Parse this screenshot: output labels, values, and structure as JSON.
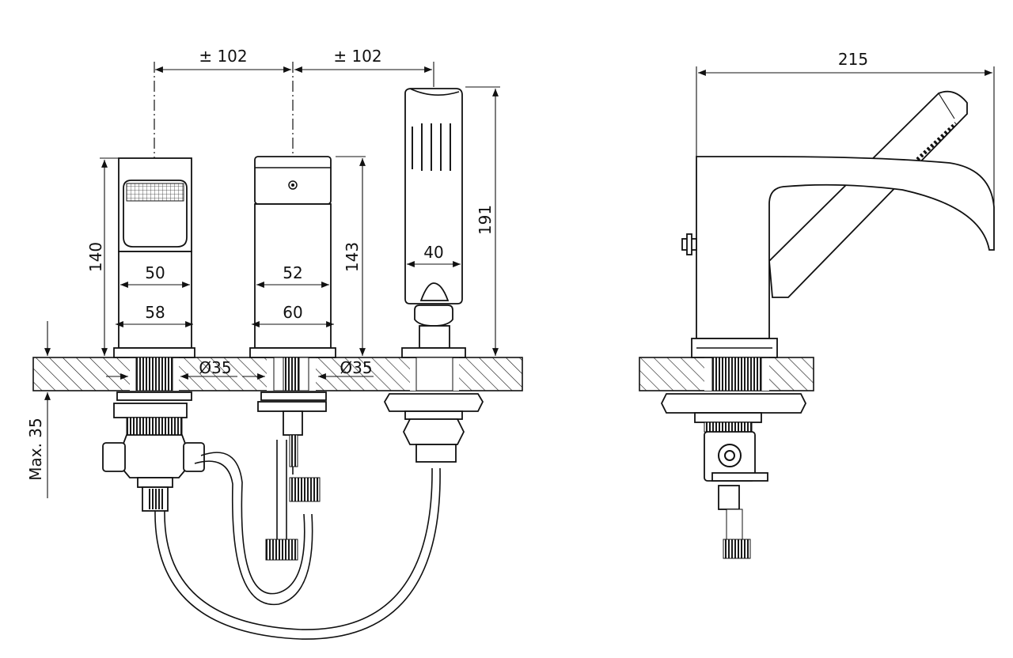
{
  "dimensions": {
    "spacing_left": "± 102",
    "spacing_right": "± 102",
    "height_handle": "140",
    "height_spout_block": "143",
    "height_handshower": "191",
    "width_handle_top": "50",
    "width_handle_base": "58",
    "width_spout_top": "52",
    "width_spout_base": "60",
    "width_handshower": "40",
    "hole_diameter_left": "Ø35",
    "hole_diameter_right": "Ø35",
    "max_deck_thickness": "Max. 35",
    "side_projection": "215"
  },
  "colors": {
    "line": "#111111",
    "background": "#ffffff"
  }
}
